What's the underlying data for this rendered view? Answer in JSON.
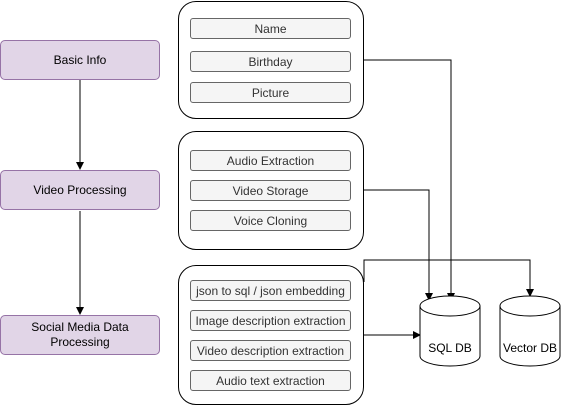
{
  "steps": {
    "basic_info": "Basic Info",
    "video_processing": "Video Processing",
    "social_media": "Social Media Data Processing"
  },
  "groups": {
    "basic_info_items": [
      "Name",
      "Birthday",
      "Picture"
    ],
    "video_items": [
      "Audio Extraction",
      "Video Storage",
      "Voice Cloning"
    ],
    "social_items": [
      "json to sql / json embedding",
      "Image description extraction",
      "Video description extraction",
      "Audio text extraction"
    ]
  },
  "databases": {
    "sql": "SQL DB",
    "vector": "Vector DB"
  },
  "colors": {
    "step_fill": "#e1d5e7",
    "step_stroke": "#9673a6",
    "item_fill": "#f5f5f5",
    "item_stroke": "#666666"
  }
}
